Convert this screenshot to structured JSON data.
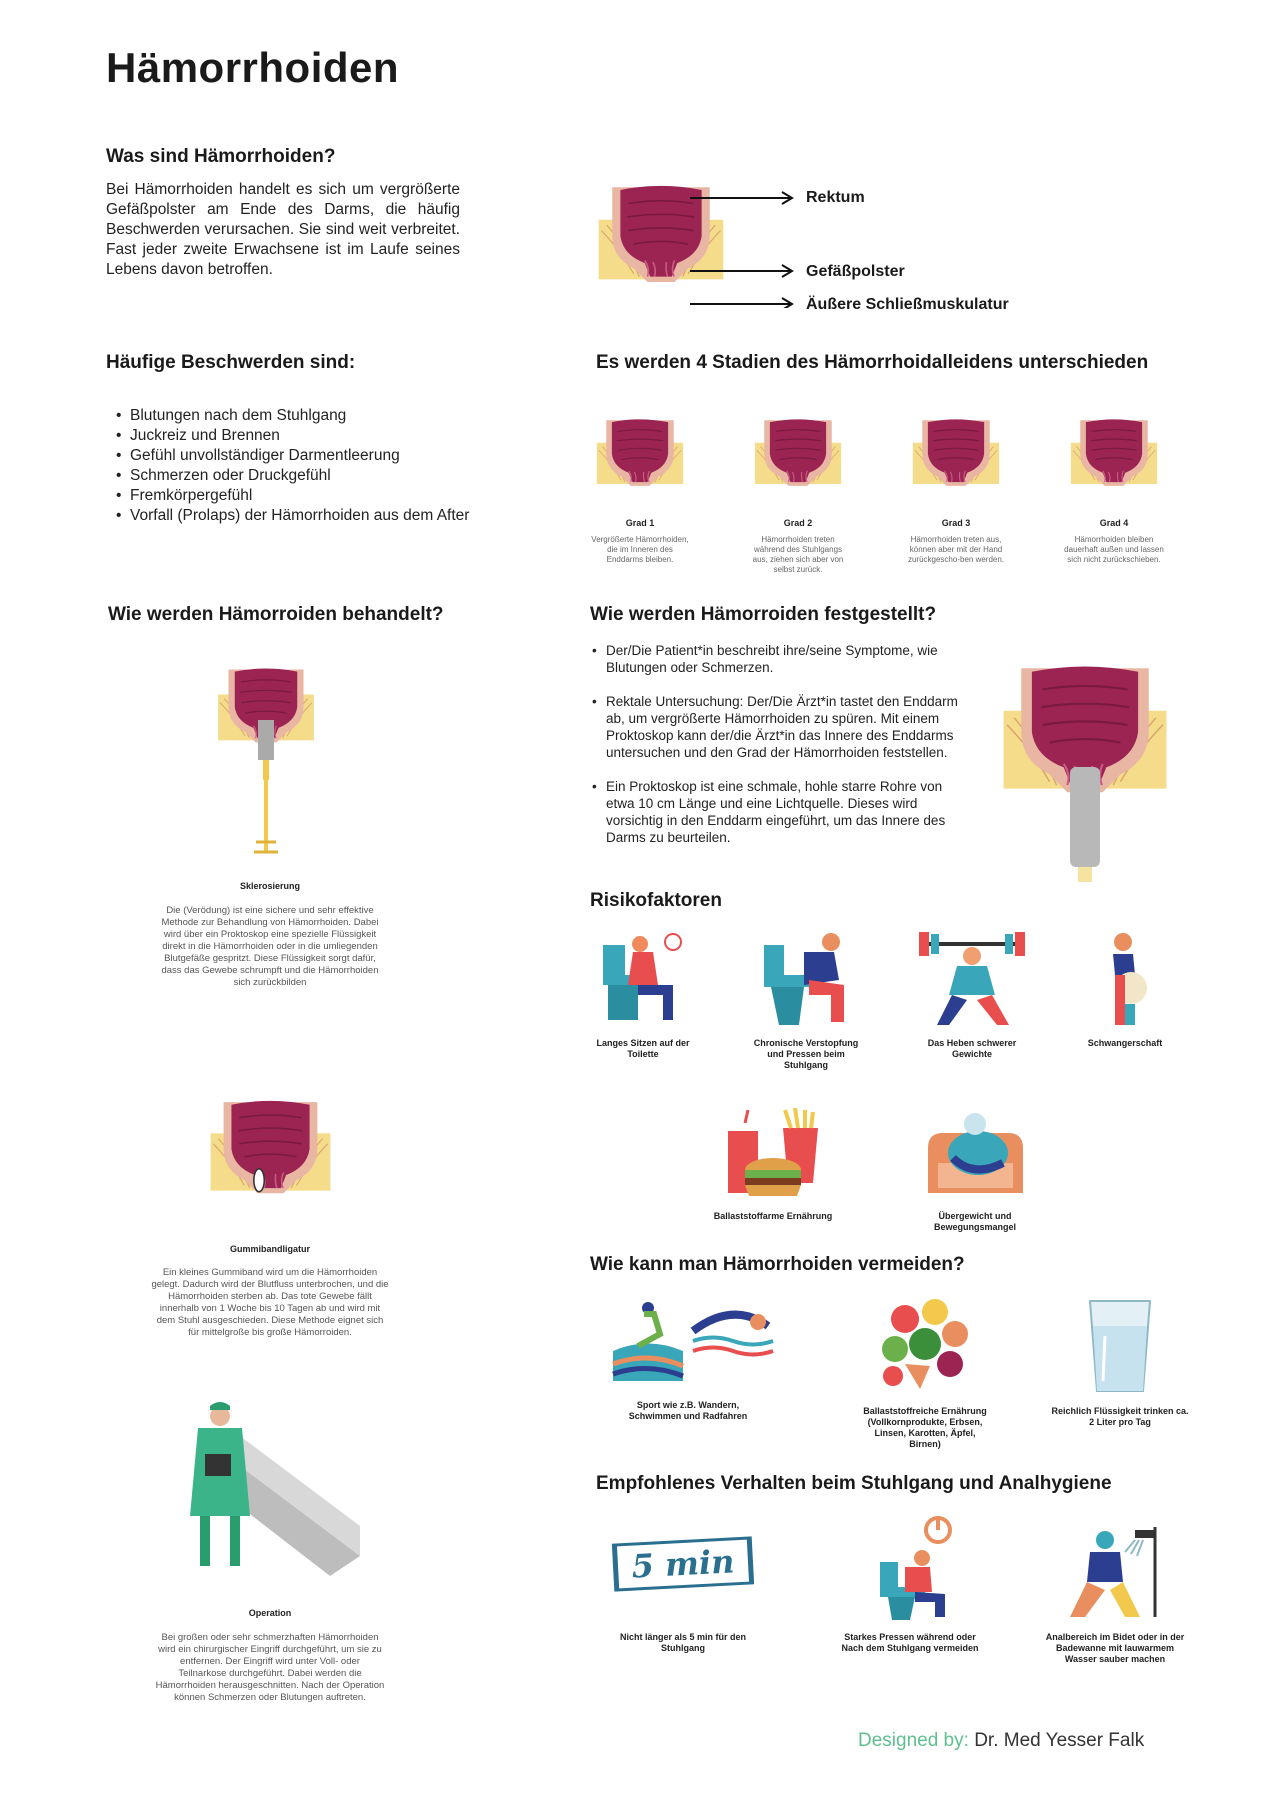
{
  "title": "Hämorrhoiden",
  "what": {
    "heading": "Was sind Hämorrhoiden?",
    "text": "Bei Hämorrhoiden handelt es sich um vergrößerte Gefäßpolster am Ende des Darms, die häufig Beschwerden verursachen. Sie sind weit verbreitet. Fast jeder zweite Erwachsene ist im Laufe seines Lebens davon betroffen."
  },
  "anatomy": {
    "labels": [
      "Rektum",
      "Gefäßpolster",
      "Äußere Schließmuskulatur"
    ]
  },
  "complaints": {
    "heading": "Häufige Beschwerden sind:",
    "items": [
      "Blutungen nach dem Stuhlgang",
      "Juckreiz und Brennen",
      "Gefühl unvollständiger Darmentleerung",
      "Schmerzen oder Druckgefühl",
      "Fremkörpergefühl",
      "Vorfall (Prolaps) der Hämorrhoiden aus dem After"
    ]
  },
  "stages": {
    "heading": "Es werden 4 Stadien des Hämorrhoidalleidens unterschieden",
    "items": [
      {
        "label": "Grad 1",
        "text": "Vergrößerte Hämorrhoiden, die im Inneren des Enddarms bleiben."
      },
      {
        "label": "Grad 2",
        "text": "Hämorrhoiden treten während des Stuhlgangs aus, ziehen sich aber von selbst zurück."
      },
      {
        "label": "Grad 3",
        "text": "Hämorrhoiden treten aus, können aber mit der Hand zurückgescho-ben werden."
      },
      {
        "label": "Grad 4",
        "text": "Hämorrhoiden bleiben dauerhaft außen und lassen sich nicht zurückschieben."
      }
    ]
  },
  "treatment": {
    "heading": "Wie werden Hämorroiden behandelt?",
    "items": [
      {
        "label": "Sklerosierung",
        "text": "Die (Verödung) ist eine sichere und sehr effektive Methode zur Behandlung von Hämorrhoiden. Dabei wird über ein Proktoskop eine spezielle Flüssigkeit direkt in die Hämorrhoiden oder in die umliegenden Blutgefäße gespritzt. Diese Flüssigkeit sorgt dafür, dass das Gewebe schrumpft und die Hämorrhoiden sich zurückbilden"
      },
      {
        "label": "Gummibandligatur",
        "text": "Ein kleines Gummiband wird um die Hämorrhoiden gelegt. Dadurch wird der Blutfluss unterbrochen, und die Hämorrhoiden sterben ab. Das tote Gewebe fällt innerhalb von 1 Woche bis 10 Tagen ab und wird mit dem Stuhl ausgeschieden. Diese Methode eignet sich für mittelgroße bis große Hämorroiden."
      },
      {
        "label": "Operation",
        "text": "Bei großen oder sehr schmerzhaften Hämorrhoiden wird ein chirurgischer Eingriff durchgeführt, um sie zu entfernen. Der Eingriff wird unter Voll- oder Teilnarkose durchgeführt. Dabei werden die Hämorrhoiden herausgeschnitten. Nach der Operation können Schmerzen oder Blutungen auftreten."
      }
    ]
  },
  "diagnosis": {
    "heading": "Wie werden Hämorroiden festgestellt?",
    "items": [
      "Der/Die Patient*in beschreibt ihre/seine Symptome, wie Blutungen oder Schmerzen.",
      "Rektale Untersuchung: Der/Die Ärzt*in tastet den Enddarm ab, um vergrößerte Hämorrhoiden zu spüren. Mit einem Proktoskop kann der/die Ärzt*in das Innere des Enddarms untersuchen und den Grad der Hämorrhoiden feststellen.",
      "Ein Proktoskop ist eine schmale, hohle starre Rohre von etwa 10 cm Länge und eine Lichtquelle. Dieses wird vorsichtig in den Enddarm eingeführt, um das Innere des Darms zu beurteilen."
    ]
  },
  "risk": {
    "heading": "Risikofaktoren",
    "items": [
      {
        "label": "Langes Sitzen auf der Toilette",
        "icon": "toilet-sitting-icon"
      },
      {
        "label": "Chronische Verstopfung und Pressen beim Stuhlgang",
        "icon": "straining-icon"
      },
      {
        "label": "Das Heben schwerer Gewichte",
        "icon": "weightlifting-icon"
      },
      {
        "label": "Schwangerschaft",
        "icon": "pregnancy-icon"
      },
      {
        "label": "Ballaststoffarme Ernährung",
        "icon": "fast-food-icon"
      },
      {
        "label": "Übergewicht und Bewegungsmangel",
        "icon": "sofa-icon"
      }
    ]
  },
  "prevention": {
    "heading": "Wie kann man Hämorrhoiden vermeiden?",
    "items": [
      {
        "label": "Sport wie z.B. Wandern, Schwimmen und Radfahren",
        "icon": "sport-icon"
      },
      {
        "label": "Ballaststoffreiche Ernährung (Vollkornprodukte, Erbsen, Linsen, Karotten, Äpfel, Birnen)",
        "icon": "vegetables-icon"
      },
      {
        "label": "Reichlich Flüssigkeit trinken ca. 2 Liter pro Tag",
        "icon": "water-glass-icon"
      }
    ]
  },
  "behaviour": {
    "heading": "Empfohlenes Verhalten beim Stuhlgang und Analhygiene",
    "timer_text": "5 min",
    "items": [
      {
        "label": "Nicht länger als 5 min für den Stuhlgang",
        "icon": "timer-icon"
      },
      {
        "label": "Starkes Pressen während oder Nach dem Stuhlgang vermeiden",
        "icon": "no-straining-icon"
      },
      {
        "label": "Analbereich im Bidet oder in der Badewanne mit lauwarmem Wasser sauber machen",
        "icon": "shower-icon"
      }
    ]
  },
  "footer": {
    "prefix": "Designed by:",
    "name": "Dr. Med Yesser Falk"
  },
  "colors": {
    "tissue": "#9c2452",
    "fat": "#f4dc8a",
    "mucosa": "#e9b6a4",
    "accent_green": "#5fbf8f"
  }
}
